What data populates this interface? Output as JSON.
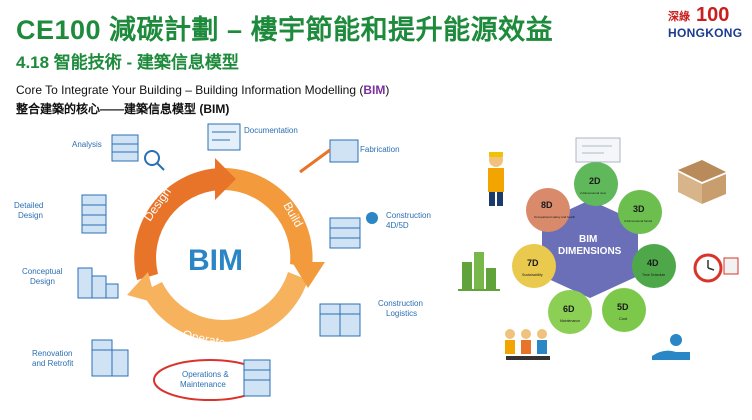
{
  "header": {
    "title": "CE100 減碳計劃 – 樓宇節能和提升能源效益",
    "subtitle": "4.18 智能技術 - 建築信息模型",
    "logo_top": "深綠",
    "logo_num": "100",
    "logo_bottom": "HONGKONG"
  },
  "intro": {
    "line_en_prefix": "Core To Integrate Your Building – Building Information Modelling (",
    "line_en_bim": "BIM",
    "line_en_suffix": ")",
    "line_zh": "整合建築的核心——建築信息模型 (BIM)"
  },
  "bim_cycle": {
    "center": "BIM",
    "arc_design": "Design",
    "arc_build": "Build",
    "arc_operate": "Operate",
    "colors": {
      "design": "#e8742a",
      "build": "#f29a3c",
      "operate": "#f6b25d",
      "center": "#2b86c5",
      "lines": "#2b6fb3"
    },
    "stages": {
      "analysis": "Analysis",
      "documentation": "Documentation",
      "fabrication": "Fabrication",
      "detailed_design_1": "Detailed",
      "detailed_design_2": "Design",
      "construction_4d5d_1": "Construction",
      "construction_4d5d_2": "4D/5D",
      "conceptual_design_1": "Conceptual",
      "conceptual_design_2": "Design",
      "construction_logistics_1": "Construction",
      "construction_logistics_2": "Logistics",
      "renovation_1": "Renovation",
      "renovation_2": "and Retrofit",
      "operations_1": "Operations &",
      "operations_2": "Maintenance"
    }
  },
  "dimensions": {
    "center_1": "BIM",
    "center_2": "DIMENSIONS",
    "items": [
      {
        "id": "2D",
        "label": "2-Dimensional view",
        "color": "#5fb85a"
      },
      {
        "id": "3D",
        "label": "3-Dimensional Model",
        "color": "#6cbf4f"
      },
      {
        "id": "4D",
        "label": "Time Schedule",
        "color": "#4ea84a"
      },
      {
        "id": "5D",
        "label": "Cost",
        "color": "#7cc84a"
      },
      {
        "id": "6D",
        "label": "Maintenance",
        "color": "#8ccf55"
      },
      {
        "id": "7D",
        "label": "Sustainability",
        "color": "#e9c94e"
      },
      {
        "id": "8D",
        "label": "Occupational safety and health",
        "color": "#d98a6a"
      }
    ]
  }
}
